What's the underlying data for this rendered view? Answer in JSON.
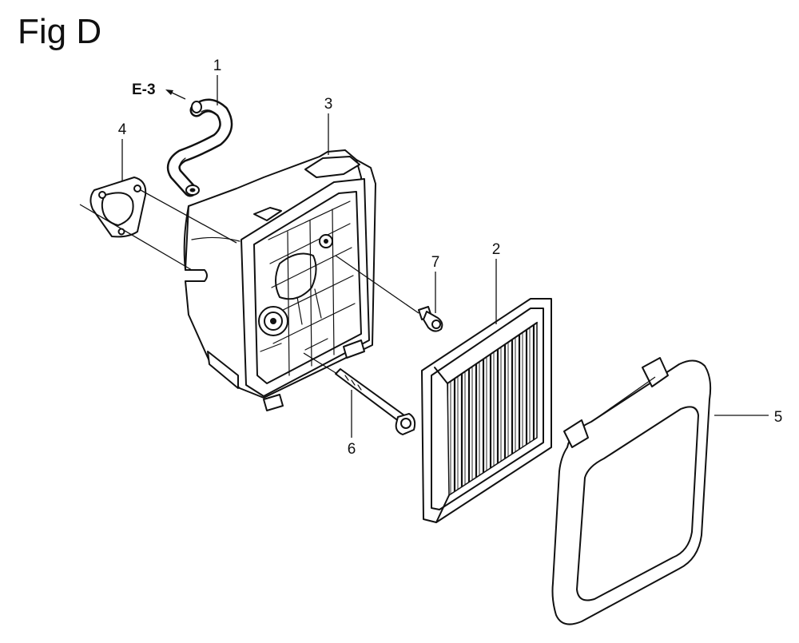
{
  "figure": {
    "title": "Fig D"
  },
  "reference": {
    "label": "E-3"
  },
  "callouts": [
    {
      "id": "1"
    },
    {
      "id": "2"
    },
    {
      "id": "3"
    },
    {
      "id": "4"
    },
    {
      "id": "5"
    },
    {
      "id": "6"
    },
    {
      "id": "7"
    }
  ]
}
